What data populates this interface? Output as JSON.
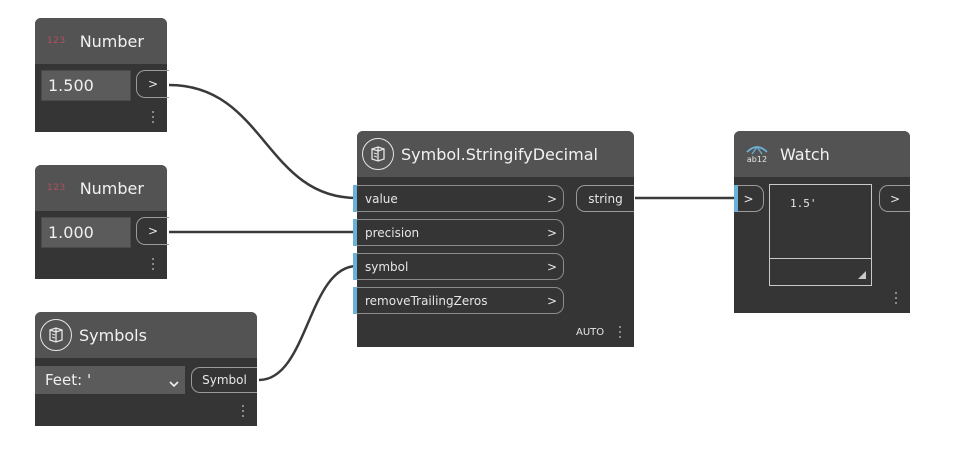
{
  "nodes": {
    "number1": {
      "title": "Number",
      "icon": "number-123-icon",
      "icon_text": "123",
      "value": "1.500",
      "out": ">"
    },
    "number2": {
      "title": "Number",
      "icon": "number-123-icon",
      "icon_text": "123",
      "value": "1.000",
      "out": ">"
    },
    "symbols": {
      "title": "Symbols",
      "icon": "symbol-package-icon",
      "selected": "Feet: '",
      "out": "Symbol"
    },
    "stringify": {
      "title": "Symbol.StringifyDecimal",
      "icon": "symbol-package-icon",
      "inputs": [
        {
          "label": "value",
          "arrow": ">"
        },
        {
          "label": "precision",
          "arrow": ">"
        },
        {
          "label": "symbol",
          "arrow": ">"
        },
        {
          "label": "removeTrailingZeros",
          "arrow": ">"
        }
      ],
      "output": "string",
      "lacing": "AUTO"
    },
    "watch": {
      "title": "Watch",
      "icon": "watch-abc-icon",
      "icon_text": "ab12",
      "in": ">",
      "out": ">",
      "result": "1.5'"
    }
  },
  "colors": {
    "canvas": "#ffffff",
    "node_body": "#353535",
    "node_header": "#535353",
    "port_bar": "#6bb1d7",
    "wire": "#3a3a3a",
    "number_icon": "#b5505a"
  }
}
